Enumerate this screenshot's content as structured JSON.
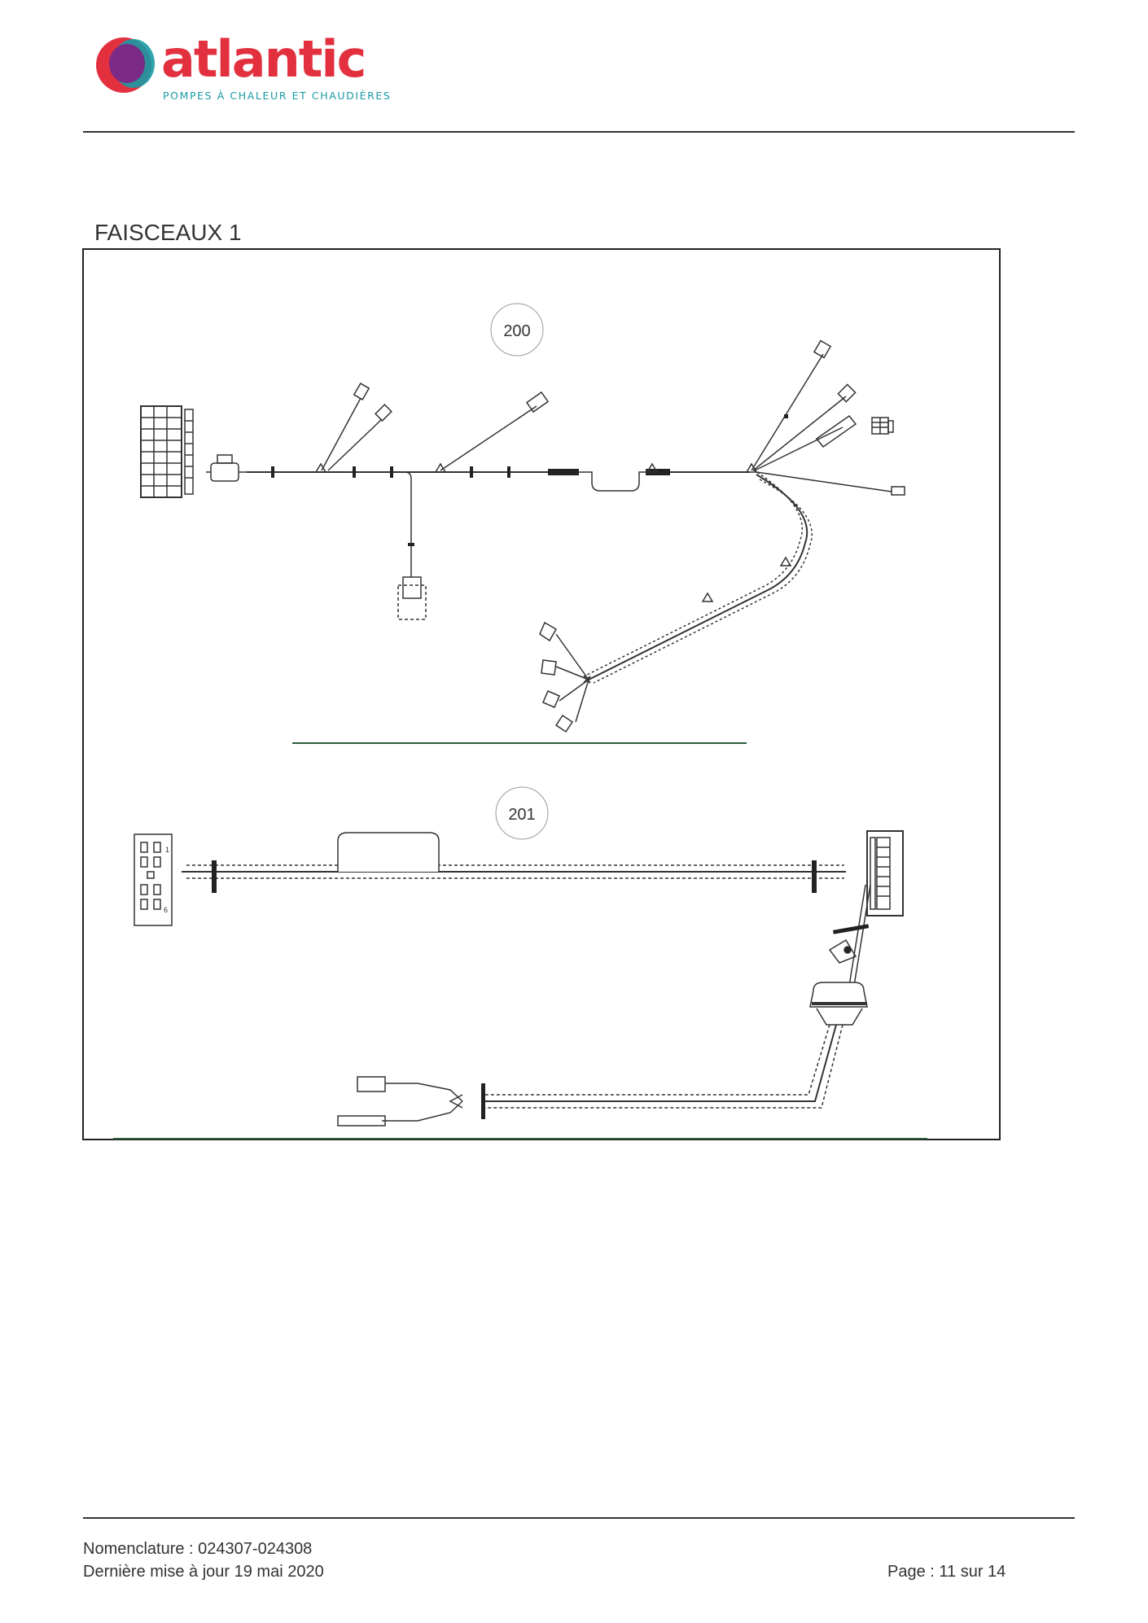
{
  "header": {
    "brand": "atlantic",
    "tagline": "POMPES À CHALEUR ET CHAUDIÈRES",
    "colors": {
      "brand_red": "#e2303f",
      "teal": "#1a9aa4",
      "purple": "#7b2a85"
    }
  },
  "section": {
    "title": "FAISCEAUX 1"
  },
  "diagram": {
    "harness_1_label": "200",
    "harness_2_label": "201",
    "connector_pin_first": "1",
    "connector_pin_last": "6"
  },
  "footer": {
    "nomenclature": "Nomenclature : 024307-024308",
    "updated": "Dernière mise à jour 19 mai 2020",
    "page": "Page : 11 sur 14"
  }
}
